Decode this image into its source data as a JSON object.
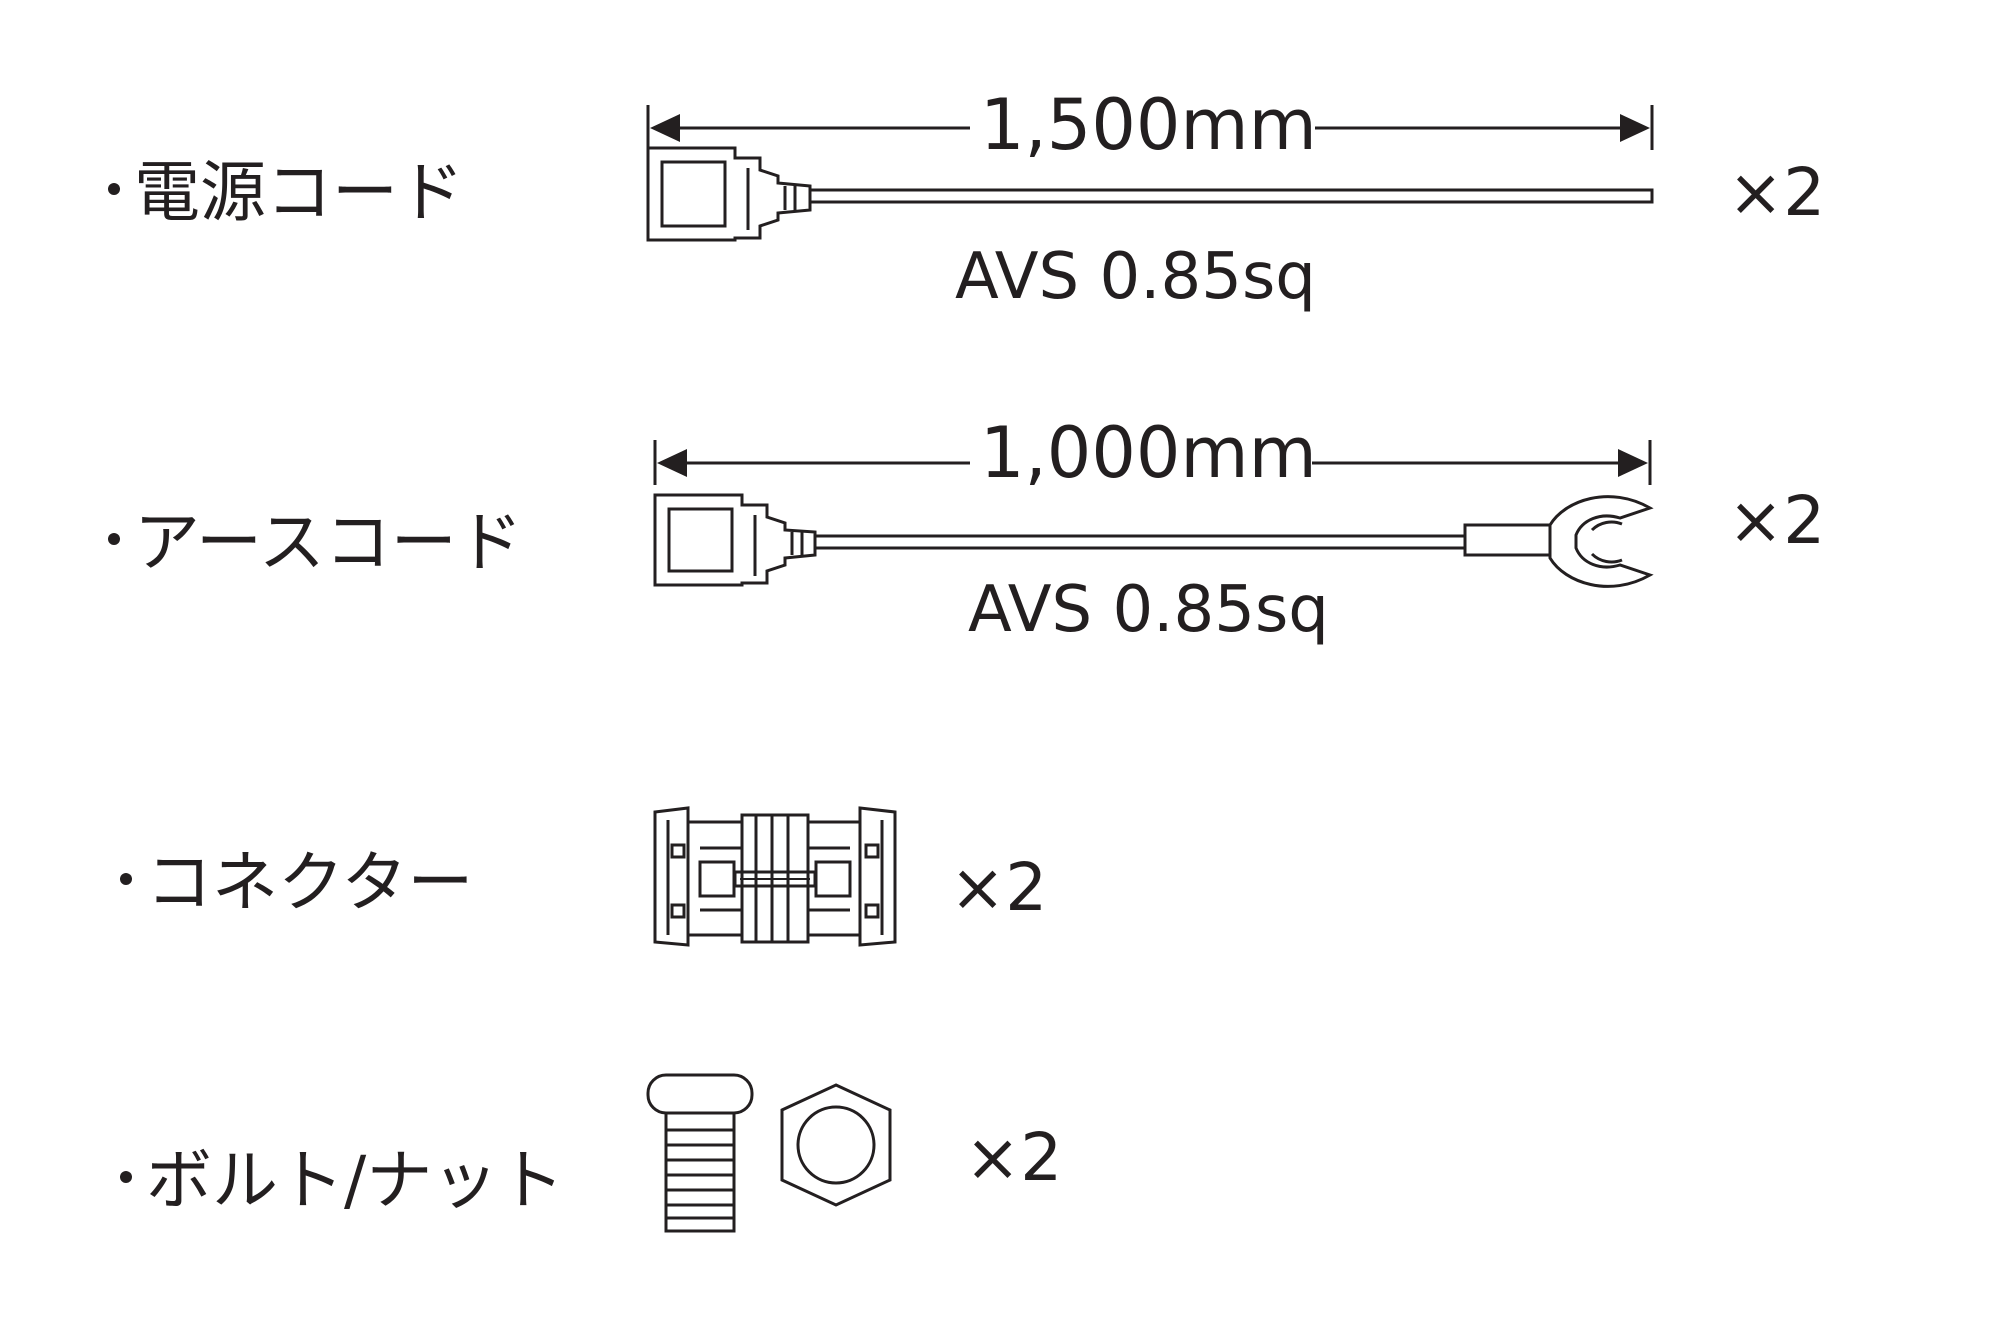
{
  "colors": {
    "ink": "#231f20",
    "background": "#ffffff"
  },
  "items": [
    {
      "name": "電源コード",
      "length": "1,500mm",
      "spec": "AVS 0.85sq",
      "quantity": "×2"
    },
    {
      "name": "アースコード",
      "length": "1,000mm",
      "spec": "AVS 0.85sq",
      "quantity": "×2"
    },
    {
      "name": "コネクター",
      "quantity": "×2"
    },
    {
      "name": "ボルト/ナット",
      "quantity": "×2"
    }
  ],
  "icons": [
    "power-cord-icon",
    "ground-cord-icon",
    "connector-icon",
    "bolt-icon",
    "nut-icon"
  ]
}
